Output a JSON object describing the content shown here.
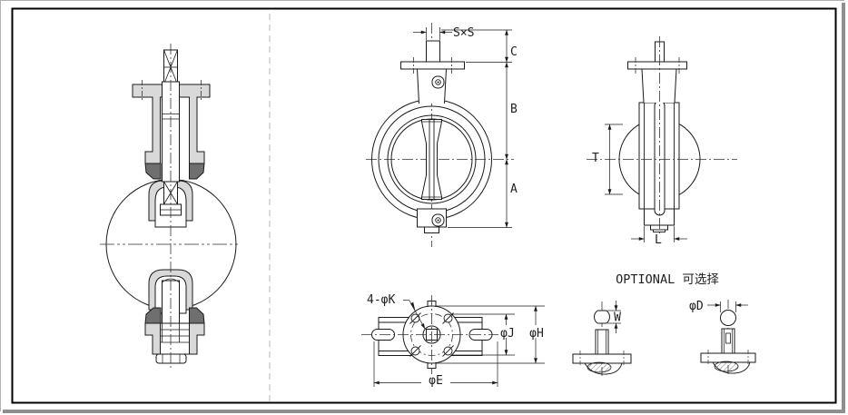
{
  "window": {
    "background": "#ffffff",
    "frame_color": "#000000",
    "shadow_color": "#8f8f8f",
    "divider_color": "#b5b5b5"
  },
  "drawing": {
    "fills": {
      "light_gray": "#d9d9d9",
      "dark_gray": "#6f6f6f",
      "line": "#1a1a1a"
    },
    "front_view": {
      "dim_sxs": "S×S",
      "dim_c": "C",
      "dim_b": "B",
      "dim_a": "A"
    },
    "side_view": {
      "dim_t": "T",
      "dim_l": "L"
    },
    "bottom_view": {
      "dim_bolt_holes": "4-φK",
      "dim_j": "φJ",
      "dim_h": "φH",
      "dim_e": "φE"
    },
    "optional": {
      "title": "OPTIONAL 可选择",
      "dim_w": "W",
      "dim_d": "φD"
    }
  }
}
